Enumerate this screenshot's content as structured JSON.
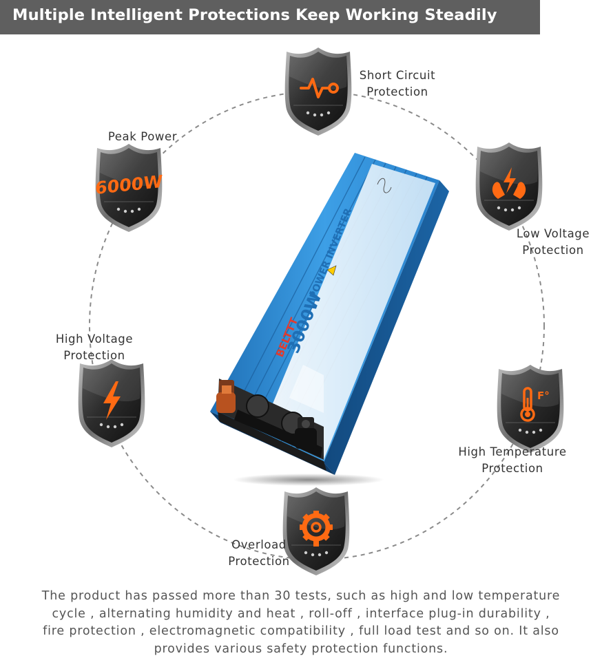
{
  "header": {
    "title": "Multiple Intelligent Protections Keep Working Steadily"
  },
  "product": {
    "brand": "BELTTT",
    "wattage": "3000W",
    "name": "POWER INVERTER",
    "colors": {
      "body": "#2f8fd6",
      "body_dark": "#145a96",
      "accent": "#ff6a13"
    }
  },
  "badge_peak": {
    "text": "6000W",
    "icon": "wattage-text"
  },
  "protections": [
    {
      "label": [
        "Short Circuit",
        "Protection"
      ],
      "icon": "pulse-wave-icon"
    },
    {
      "label": [
        "Peak Power"
      ],
      "icon": "wattage-text"
    },
    {
      "label": [
        "Low Voltage",
        "Protection"
      ],
      "icon": "hands-lightning-icon"
    },
    {
      "label": [
        "High Voltage",
        "Protection"
      ],
      "icon": "lightning-bolt-icon"
    },
    {
      "label": [
        "High Temperature",
        "Protection"
      ],
      "icon": "thermometer-icon"
    },
    {
      "label": [
        "Overload",
        "Protection"
      ],
      "icon": "gear-icon"
    }
  ],
  "footer": {
    "lines": [
      "The product has passed more than 30 tests, such as high and low temperature",
      "cycle , alternating humidity and heat , roll-off , interface plug-in durability ,",
      "fire protection , electromagnetic compatibility , full load test and so on. It also",
      "provides various safety protection functions."
    ]
  }
}
